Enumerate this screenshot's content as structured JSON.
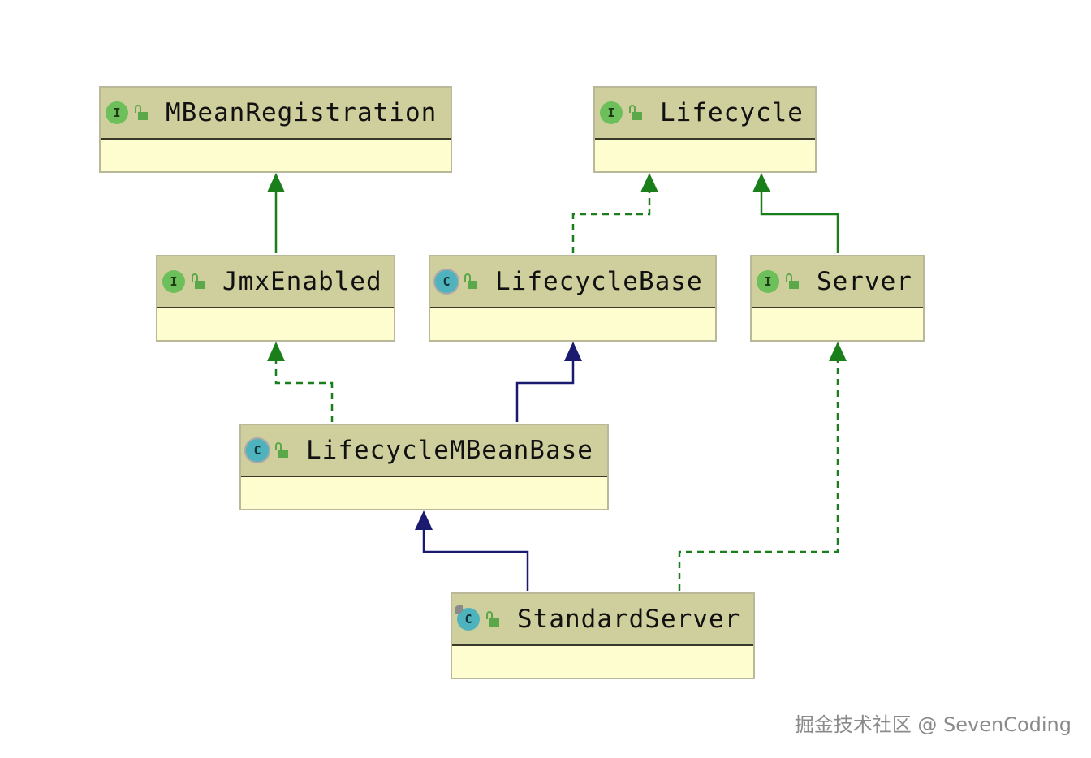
{
  "colors": {
    "realization": "#1a7f1a",
    "inheritance": "#1a1a6e",
    "header": "#cfcf9d",
    "body": "#fdfdd0"
  },
  "nodes": [
    {
      "id": "MBeanRegistration",
      "label": "MBeanRegistration",
      "kind": "interface",
      "badge_letter": "I",
      "icon": "lock-icon"
    },
    {
      "id": "Lifecycle",
      "label": "Lifecycle",
      "kind": "interface",
      "badge_letter": "I",
      "icon": "lock-icon"
    },
    {
      "id": "JmxEnabled",
      "label": "JmxEnabled",
      "kind": "interface",
      "badge_letter": "I",
      "icon": "lock-icon"
    },
    {
      "id": "LifecycleBase",
      "label": "LifecycleBase",
      "kind": "abstract-class",
      "badge_letter": "C",
      "icon": "lock-icon"
    },
    {
      "id": "Server",
      "label": "Server",
      "kind": "interface",
      "badge_letter": "I",
      "icon": "lock-icon"
    },
    {
      "id": "LifecycleMBeanBase",
      "label": "LifecycleMBeanBase",
      "kind": "abstract-class",
      "badge_letter": "C",
      "icon": "lock-icon"
    },
    {
      "id": "StandardServer",
      "label": "StandardServer",
      "kind": "class",
      "badge_letter": "C",
      "icon": "lock-icon"
    }
  ],
  "edges": [
    {
      "from": "JmxEnabled",
      "to": "MBeanRegistration",
      "type": "extends-interface"
    },
    {
      "from": "LifecycleBase",
      "to": "Lifecycle",
      "type": "realization"
    },
    {
      "from": "Server",
      "to": "Lifecycle",
      "type": "extends-interface"
    },
    {
      "from": "LifecycleMBeanBase",
      "to": "JmxEnabled",
      "type": "realization"
    },
    {
      "from": "LifecycleMBeanBase",
      "to": "LifecycleBase",
      "type": "inheritance"
    },
    {
      "from": "StandardServer",
      "to": "LifecycleMBeanBase",
      "type": "inheritance"
    },
    {
      "from": "StandardServer",
      "to": "Server",
      "type": "realization"
    }
  ],
  "watermark": "掘金技术社区 @ SevenCoding"
}
